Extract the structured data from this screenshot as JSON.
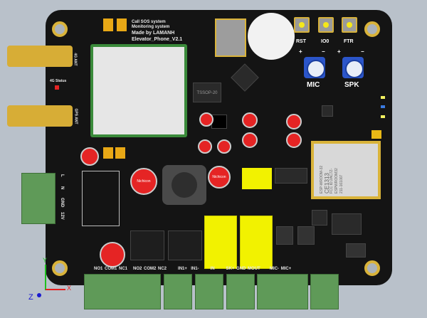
{
  "board": {
    "title_lines": [
      "Call SOS system",
      "Monitoring system"
    ],
    "made_by": "Made by LAMANH",
    "version": "Elevator_Phone_V2.1",
    "ic_label": "TSSOP-20",
    "buttons": [
      "RST",
      "IO0",
      "FTR"
    ],
    "pots": [
      "MIC",
      "SPK"
    ],
    "pot_signs": [
      "+",
      "−"
    ],
    "antennas": [
      "4G ANT",
      "GPS ANT"
    ],
    "status_label": "4G Status",
    "power_pins": [
      "L",
      "N",
      "GND",
      "12V"
    ],
    "bottom_pins": "NO1 COM1 NC1   NO2 COM2 NC2      IN1+  IN1-      IN      SK+ GND MOUT     MIC- MIC+",
    "esp_module": {
      "name": "ESP-WROOM-32",
      "ce": "CE1313",
      "fcc": "FCC ID:2AC7Z-ESPWROOM32",
      "code": "211-161007"
    },
    "cap_label": "Nichicon"
  },
  "axes": {
    "x": "X",
    "y": "Y",
    "z": "Z"
  },
  "colors": {
    "board": "#141414",
    "gold": "#d9b33a",
    "terminal": "#5f9a58",
    "relay": "#f2f200",
    "pot": "#2b55c9"
  }
}
